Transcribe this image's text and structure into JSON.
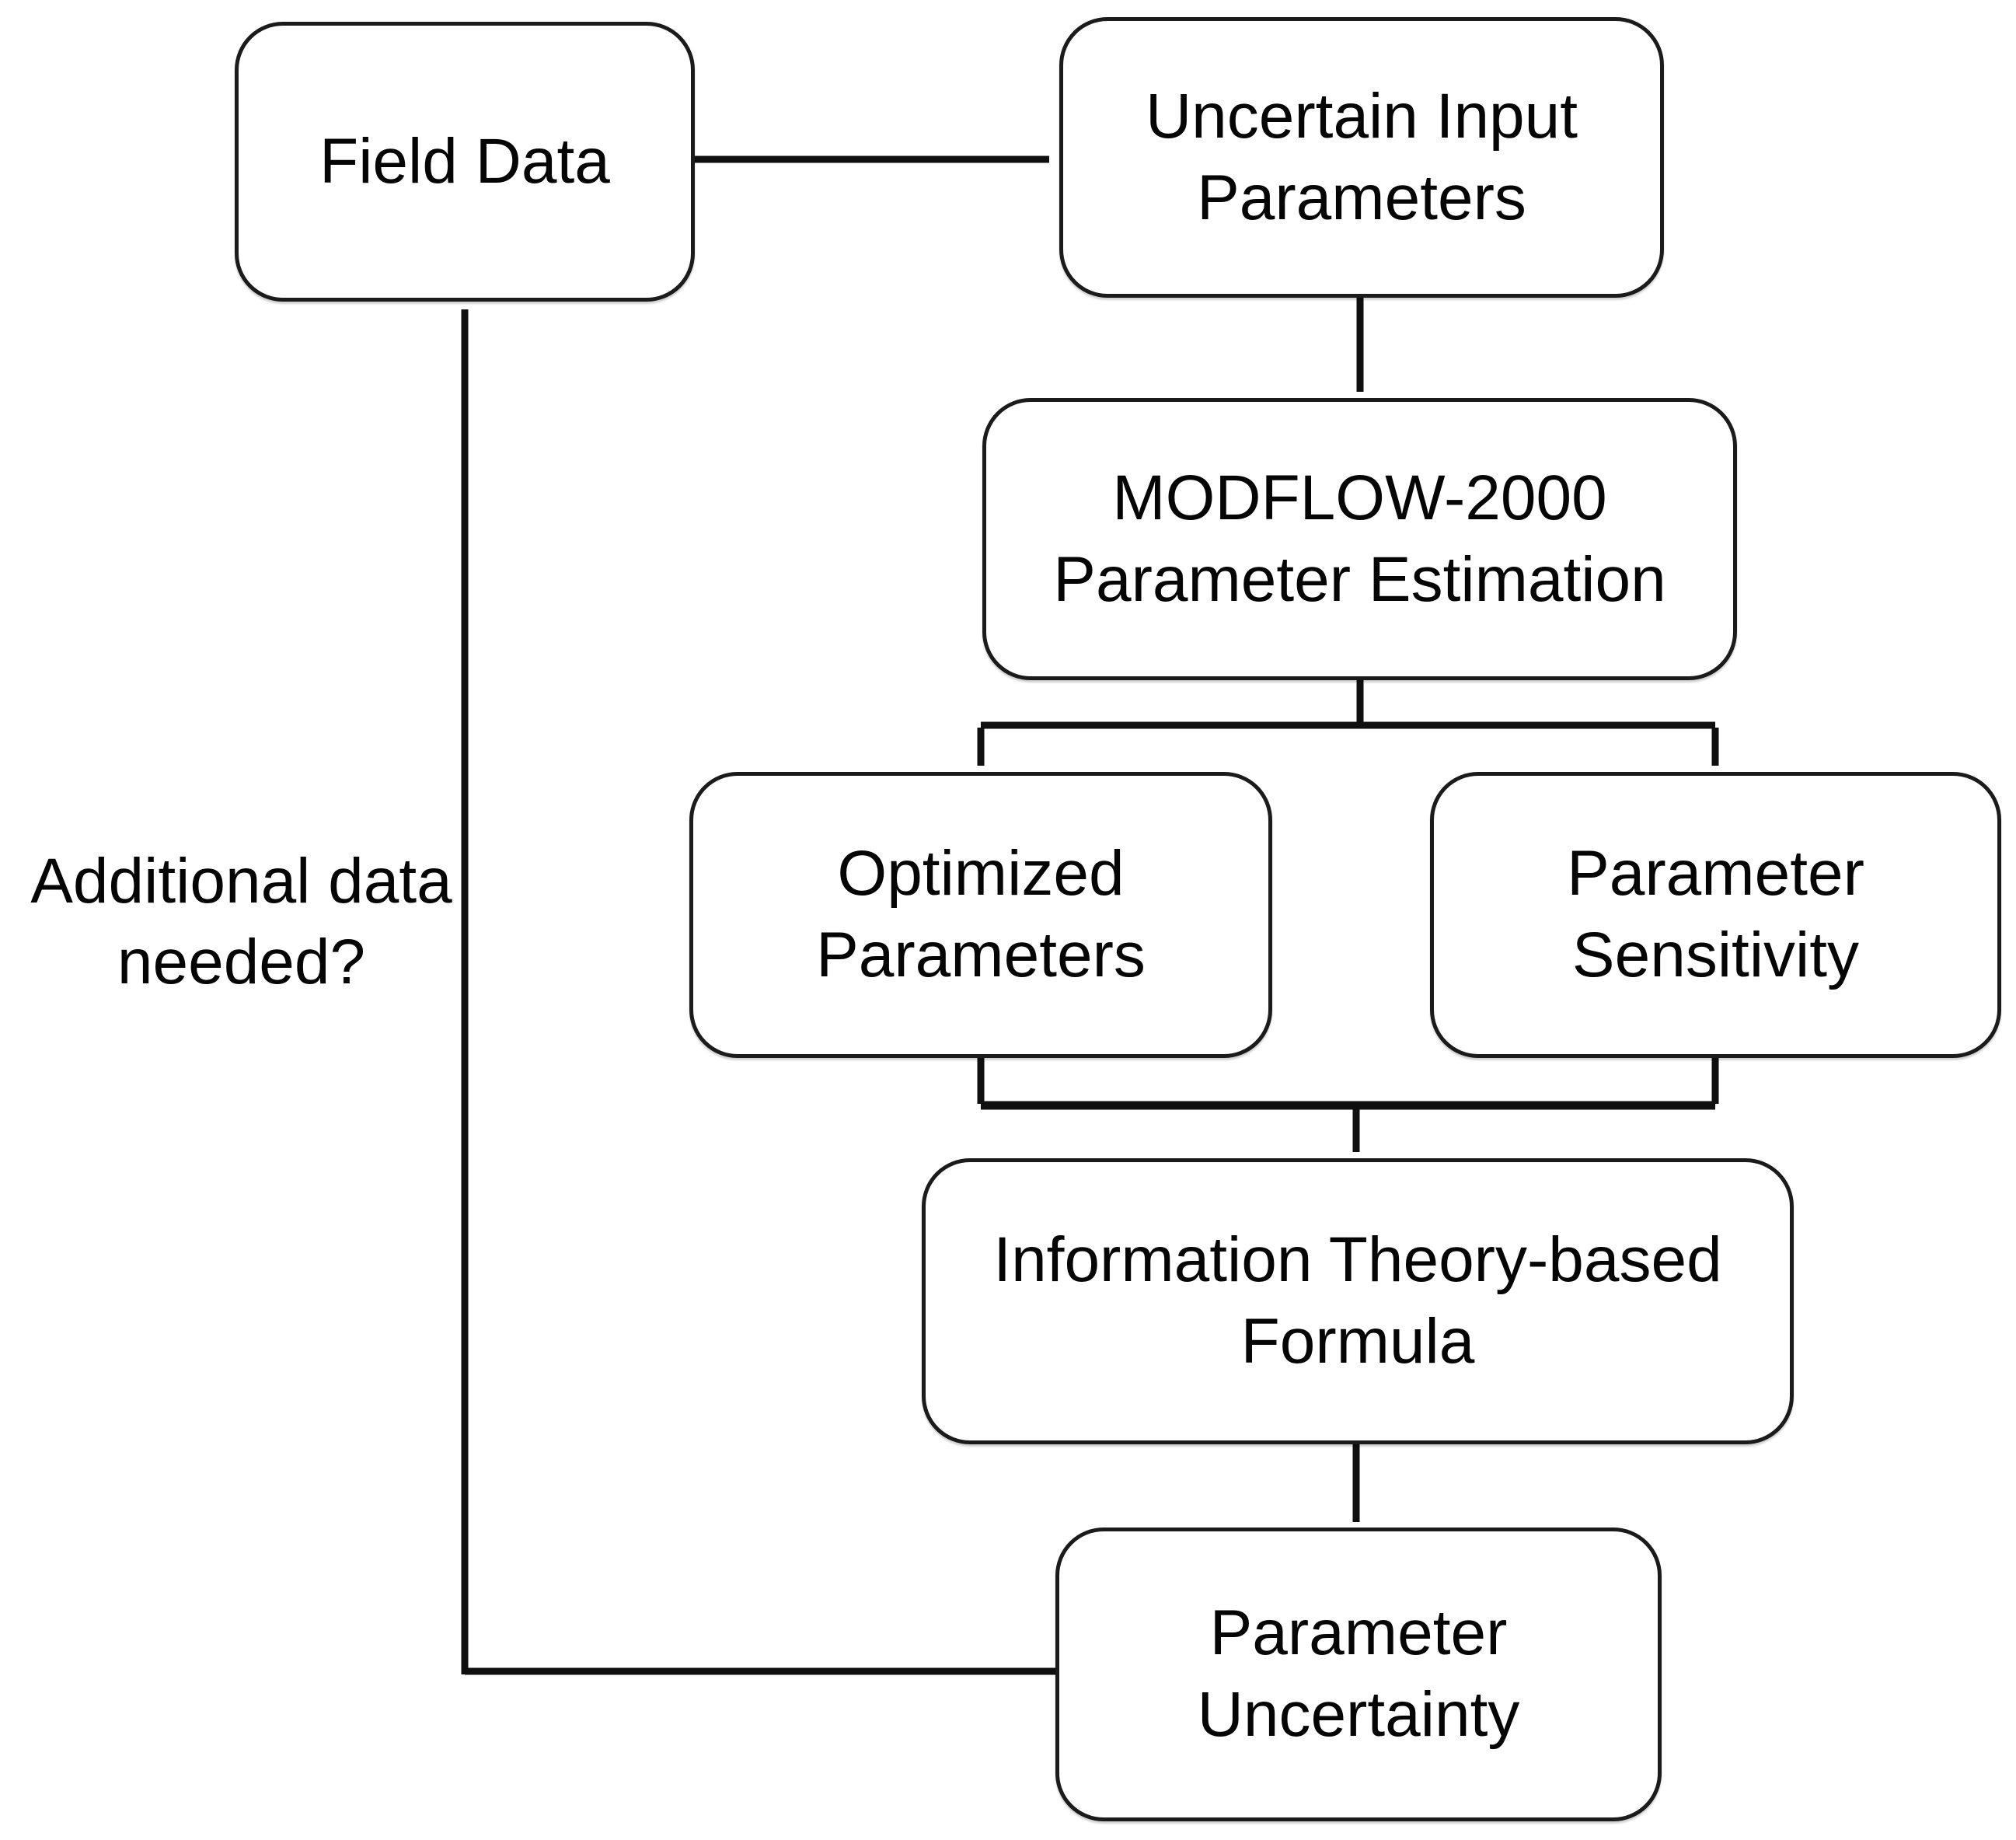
{
  "diagram": {
    "type": "flowchart",
    "background_color": "#ffffff",
    "box_fill_color": "#ffffff",
    "box_border_color": "#1b1b1b",
    "connector_color": "#0f0f0f",
    "text_color": "#050505",
    "nodes": [
      {
        "id": "field-data",
        "label": "Field Data"
      },
      {
        "id": "uncertain-input-parameters",
        "label": "Uncertain Input\nParameters"
      },
      {
        "id": "modflow-2000-parameter-estimation",
        "label": "MODFLOW-2000\nParameter Estimation"
      },
      {
        "id": "optimized-parameters",
        "label": "Optimized\nParameters"
      },
      {
        "id": "parameter-sensitivity",
        "label": "Parameter\nSensitivity"
      },
      {
        "id": "information-theory-based-formula",
        "label": "Information Theory-based\nFormula"
      },
      {
        "id": "parameter-uncertainty",
        "label": "Parameter\nUncertainty"
      }
    ],
    "annotation": {
      "label": "Additional data\nneeded?"
    },
    "edges": [
      {
        "from": "field-data",
        "to": "uncertain-input-parameters"
      },
      {
        "from": "uncertain-input-parameters",
        "to": "modflow-2000-parameter-estimation"
      },
      {
        "from": "modflow-2000-parameter-estimation",
        "to": "optimized-parameters"
      },
      {
        "from": "modflow-2000-parameter-estimation",
        "to": "parameter-sensitivity"
      },
      {
        "from": "optimized-parameters",
        "to": "information-theory-based-formula"
      },
      {
        "from": "parameter-sensitivity",
        "to": "information-theory-based-formula"
      },
      {
        "from": "information-theory-based-formula",
        "to": "parameter-uncertainty"
      },
      {
        "from": "parameter-uncertainty",
        "to": "field-data",
        "label": "Additional data\nneeded?"
      }
    ]
  }
}
